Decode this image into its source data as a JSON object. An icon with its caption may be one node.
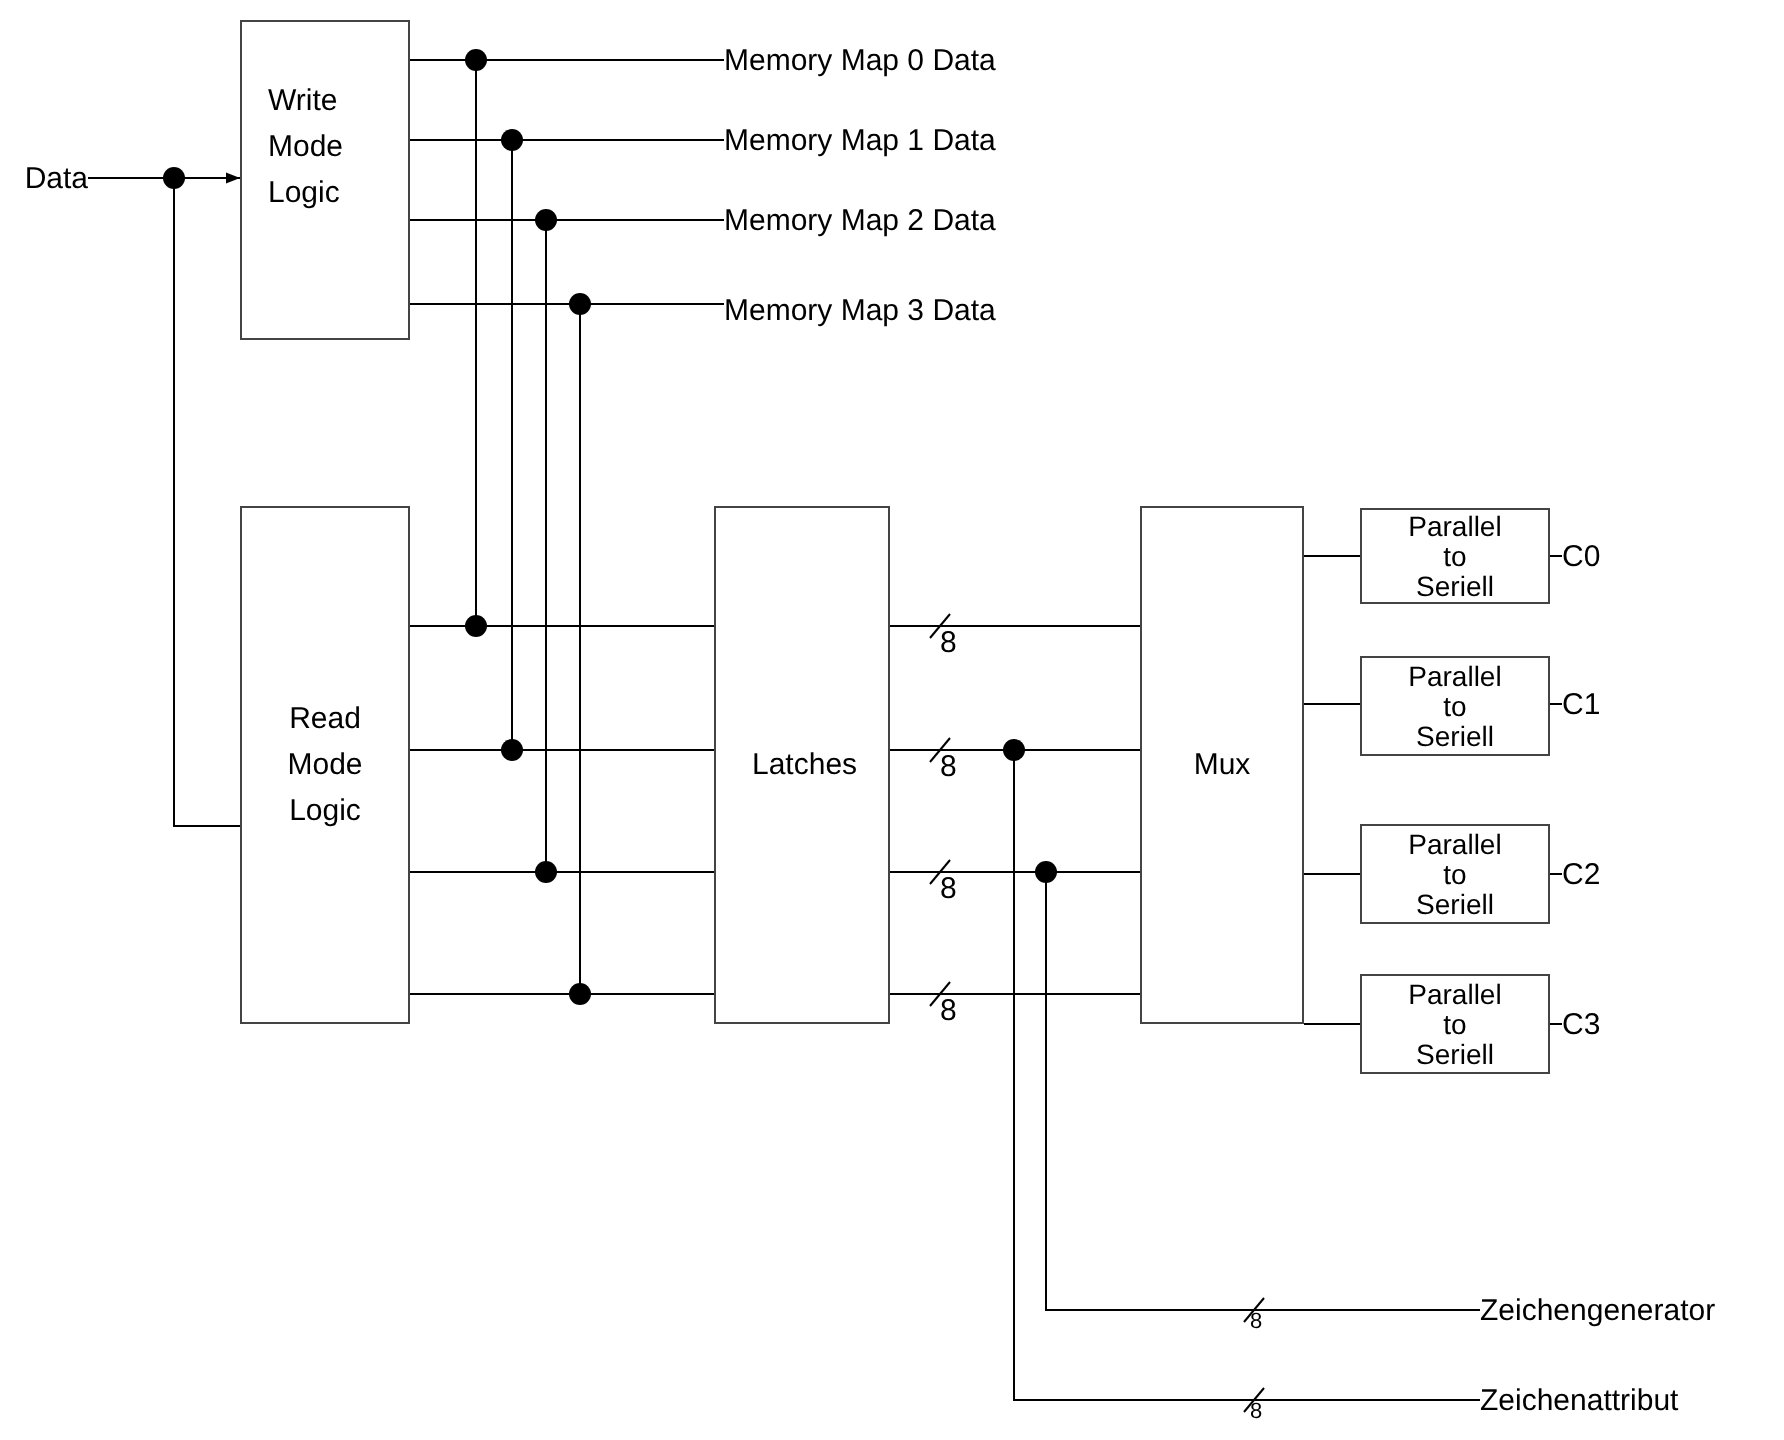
{
  "diagram": {
    "nodes": [
      {
        "text": [
          "Data"
        ]
      },
      {
        "text": [
          "Write Mode Logic"
        ]
      },
      {
        "text": [
          "Read Mode Logic"
        ]
      },
      {
        "text": [
          "Latches"
        ]
      },
      {
        "text": [
          "Mux"
        ]
      },
      {
        "text": [
          "Parallel to Seriell"
        ]
      },
      {
        "text": [
          "Parallel to Seriell"
        ]
      },
      {
        "text": [
          "Parallel to Seriell"
        ]
      },
      {
        "text": [
          "Parallel to Seriell"
        ]
      },
      {
        "text": [
          "C0"
        ]
      },
      {
        "text": [
          "C1"
        ]
      },
      {
        "text": [
          "C2"
        ]
      },
      {
        "text": [
          "C3"
        ]
      },
      {
        "text": [
          "Memory Map 0 Data"
        ]
      },
      {
        "text": [
          "Memory Map 1 Data"
        ]
      },
      {
        "text": [
          "Memory Map 2 Data"
        ]
      },
      {
        "text": [
          "Memory Map 3 Data"
        ]
      },
      {
        "text": [
          "Zeichengenerator"
        ]
      },
      {
        "text": [
          "Zeichenattribut"
        ]
      }
    ],
    "edges": [
      {
        "from": 0,
        "to": 1,
        "arrow": "to"
      },
      {
        "from": 0,
        "to": 2,
        "arrow": "none"
      },
      {
        "from": 1,
        "to": 13,
        "arrow": "none"
      },
      {
        "from": 1,
        "to": 14,
        "arrow": "none"
      },
      {
        "from": 1,
        "to": 15,
        "arrow": "none"
      },
      {
        "from": 1,
        "to": 16,
        "arrow": "none"
      },
      {
        "from": 1,
        "to": 3,
        "arrow": "none"
      },
      {
        "from": 1,
        "to": 3,
        "arrow": "none"
      },
      {
        "from": 1,
        "to": 3,
        "arrow": "none"
      },
      {
        "from": 1,
        "to": 3,
        "arrow": "none"
      },
      {
        "from": 2,
        "to": 3,
        "arrow": "none"
      },
      {
        "from": 2,
        "to": 3,
        "arrow": "none"
      },
      {
        "from": 2,
        "to": 3,
        "arrow": "none"
      },
      {
        "from": 2,
        "to": 3,
        "arrow": "none"
      },
      {
        "from": 3,
        "to": 4,
        "arrow": "none",
        "label": "8"
      },
      {
        "from": 3,
        "to": 4,
        "arrow": "none",
        "label": "8"
      },
      {
        "from": 3,
        "to": 4,
        "arrow": "none",
        "label": "8"
      },
      {
        "from": 3,
        "to": 4,
        "arrow": "none",
        "label": "8"
      },
      {
        "from": 4,
        "to": 5,
        "arrow": "none"
      },
      {
        "from": 4,
        "to": 6,
        "arrow": "none"
      },
      {
        "from": 4,
        "to": 7,
        "arrow": "none"
      },
      {
        "from": 4,
        "to": 8,
        "arrow": "none"
      },
      {
        "from": 5,
        "to": 9,
        "arrow": "none"
      },
      {
        "from": 6,
        "to": 10,
        "arrow": "none"
      },
      {
        "from": 7,
        "to": 11,
        "arrow": "none"
      },
      {
        "from": 8,
        "to": 12,
        "arrow": "none"
      },
      {
        "from": 3,
        "to": 17,
        "arrow": "none",
        "label": "8"
      },
      {
        "from": 3,
        "to": 18,
        "arrow": "none",
        "label": "8"
      }
    ]
  }
}
